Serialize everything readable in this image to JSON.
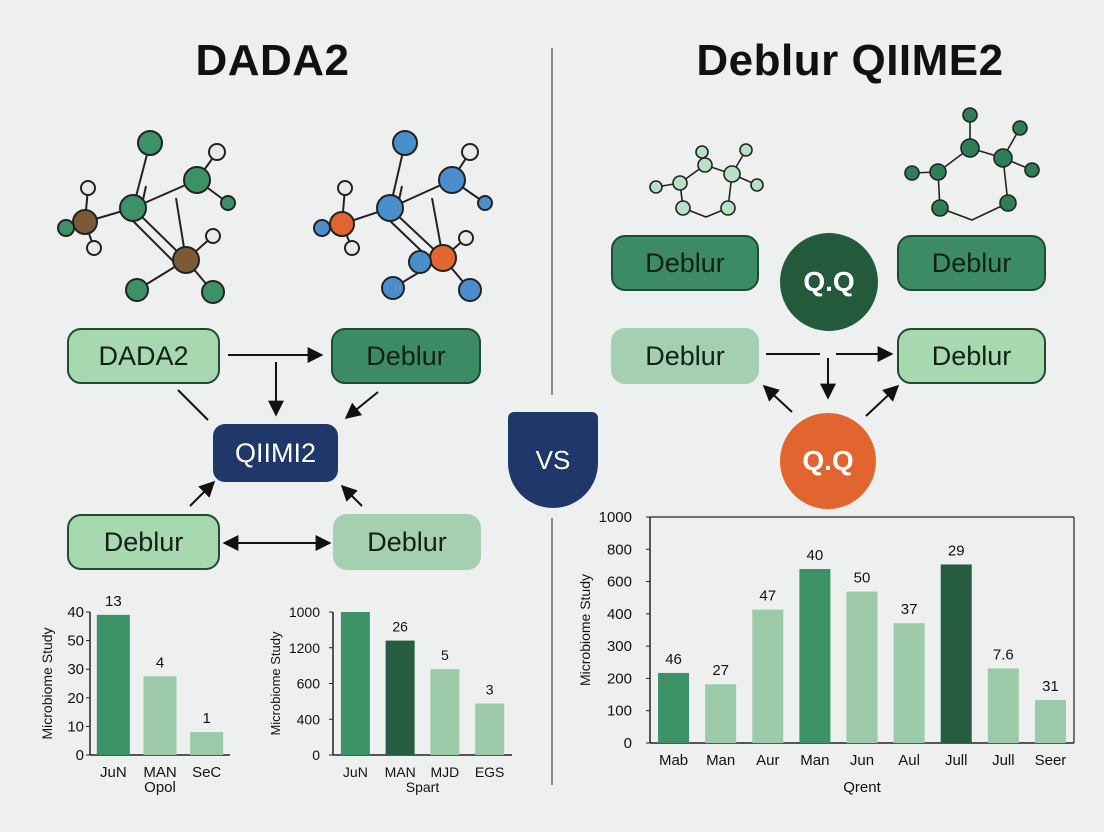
{
  "titles": {
    "left": "DADA2",
    "right": "Deblur QIIME2"
  },
  "vs_label": "VS",
  "left_flow": {
    "top_left": "DADA2",
    "top_right": "Deblur",
    "center": "QIIMI2",
    "bottom_left": "Deblur",
    "bottom_right": "Deblur"
  },
  "right_flow": {
    "top_left": "Deblur",
    "top_circle": "Q.Q",
    "top_right": "Deblur",
    "mid_left": "Deblur",
    "mid_right": "Deblur",
    "bottom_circle": "Q.Q"
  },
  "colors": {
    "dark_green": "#235a3c",
    "mid_green": "#3c8b64",
    "light_green": "#a8d8b0",
    "pale_green": "#9ccaa9",
    "navy": "#1f3769",
    "orange": "#e2652f",
    "blue": "#4a8fcc"
  },
  "chart_data": [
    {
      "type": "bar",
      "categories": [
        "JuN",
        "MAN",
        "SeC"
      ],
      "values": [
        49,
        27.5,
        8
      ],
      "data_labels": [
        "13",
        "4",
        "1"
      ],
      "colors": [
        "#3c9266",
        "#9ccaa9",
        "#9ccaa9"
      ],
      "ylabel": "Microbiome Study",
      "xlabel": "Opol",
      "ylim": [
        0,
        50
      ],
      "y_ticks": [
        "0",
        "10",
        "20",
        "30",
        "50",
        "40"
      ]
    },
    {
      "type": "bar",
      "categories": [
        "JuN",
        "MAN",
        "MJD",
        "EGS"
      ],
      "values": [
        1000,
        800,
        600,
        360
      ],
      "data_labels": [
        "",
        "26",
        "5",
        "3"
      ],
      "colors": [
        "#3c9266",
        "#265c3f",
        "#9ccaa9",
        "#9ccaa9"
      ],
      "ylabel": "Microbiome Study",
      "xlabel": "Spart",
      "ylim": [
        0,
        1000
      ],
      "y_ticks": [
        "0",
        "400",
        "600",
        "1200",
        "1000"
      ]
    },
    {
      "type": "bar",
      "categories": [
        "Mab",
        "Man",
        "Aur",
        "Man",
        "Jun",
        "Aul",
        "Jull",
        "Jull",
        "Seer"
      ],
      "values": [
        310,
        260,
        590,
        770,
        670,
        530,
        790,
        330,
        190
      ],
      "data_labels": [
        "46",
        "27",
        "47",
        "40",
        "50",
        "37",
        "29",
        "7.6",
        "31"
      ],
      "colors": [
        "#3c9266",
        "#9ccaa9",
        "#9ccaa9",
        "#3c9266",
        "#9ccaa9",
        "#9ccaa9",
        "#265c3f",
        "#9ccaa9",
        "#9ccaa9"
      ],
      "ylabel": "Microbiome Study",
      "xlabel": "Qrent",
      "ylim": [
        0,
        1000
      ],
      "y_ticks": [
        "0",
        "100",
        "200",
        "300",
        "400",
        "600",
        "800",
        "1000"
      ]
    }
  ]
}
